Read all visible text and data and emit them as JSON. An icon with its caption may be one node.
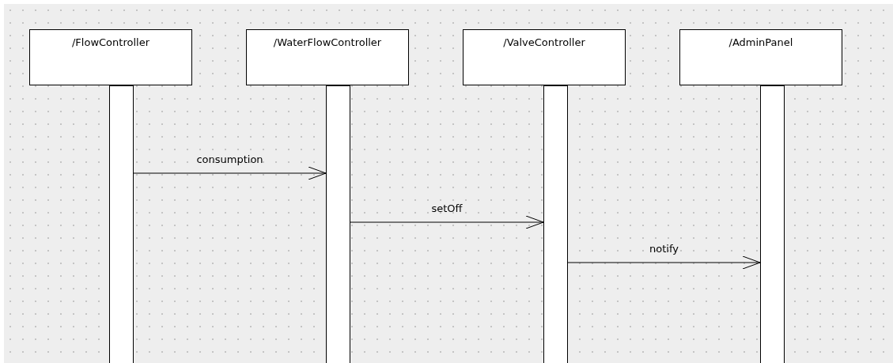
{
  "diagram": {
    "nodes": [
      {
        "text": [
          "/FlowController"
        ]
      },
      {
        "text": [
          "/WaterFlowController"
        ]
      },
      {
        "text": [
          "/ValveController"
        ]
      },
      {
        "text": [
          "/AdminPanel"
        ]
      },
      {
        "text": [],
        "shape": "bar"
      },
      {
        "text": [],
        "shape": "bar"
      },
      {
        "text": [],
        "shape": "bar"
      },
      {
        "text": [],
        "shape": "bar"
      }
    ],
    "edges": [
      {
        "from": 4,
        "to": 5,
        "arrow": "to",
        "label": "consumption"
      },
      {
        "from": 5,
        "to": 6,
        "arrow": "to",
        "label": "setOff"
      },
      {
        "from": 6,
        "to": 7,
        "arrow": "to",
        "label": "notify"
      }
    ]
  }
}
